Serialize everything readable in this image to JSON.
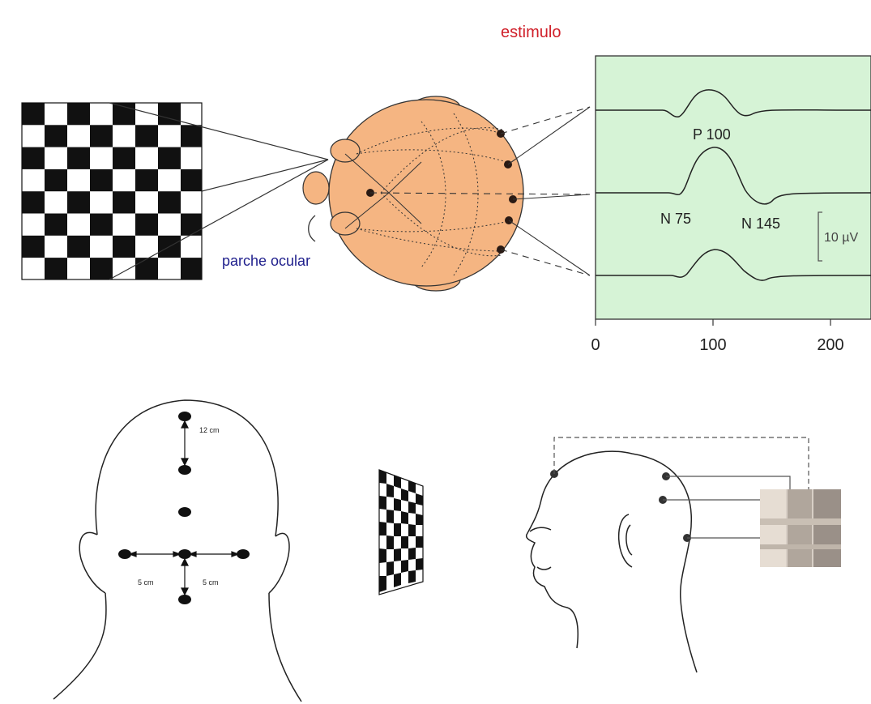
{
  "top_panel": {
    "stimulus_label": "estimulo",
    "eye_patch_label": "parche ocular",
    "peaks": {
      "p100": "P 100",
      "n75": "N 75",
      "n145": "N 145"
    },
    "scale_bar": "10 µV",
    "x_ticks": [
      "0",
      "100",
      "200"
    ]
  },
  "bottom_panel": {
    "vertical_distance": "12 cm",
    "left_distance": "5 cm",
    "right_distance": "5 cm"
  },
  "colors": {
    "stimulus_text": "#d0202a",
    "patch_text": "#1e1e8c",
    "head_fill": "#f5b582",
    "plot_bg": "#d6f3d6"
  }
}
